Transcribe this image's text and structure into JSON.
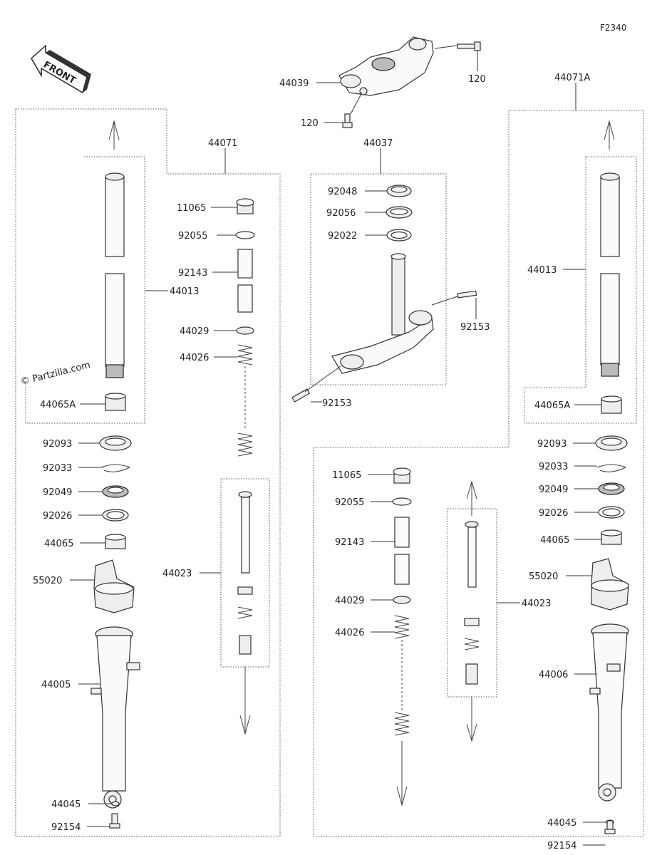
{
  "diagram_ref": "F2340",
  "front_arrow": {
    "label": "FRONT"
  },
  "watermark": "© Partzilla.com",
  "labels": {
    "upper_bracket": "44039",
    "upper_bolt_right": "120",
    "upper_bolt_left": "120",
    "steering_stem": "44037",
    "fork_left": "44071",
    "fork_right": "44071A",
    "stem_92048": "92048",
    "stem_92056": "92056",
    "stem_92022": "92022",
    "stem_bolt_a": "92153",
    "stem_bolt_b": "92153",
    "l_inner_tube": "44013",
    "l_slide_bush": "44065A",
    "l_dust_seal": "92093",
    "l_clip": "92033",
    "l_oil_seal": "92049",
    "l_washer": "92026",
    "l_guide_bush": "44065",
    "l_protector": "55020",
    "l_outer_tube": "44005",
    "l_gasket": "44045",
    "l_bolt": "92154",
    "l_cap": "11065",
    "l_oring": "92055",
    "l_collar": "92143",
    "l_seat": "44029",
    "l_spring": "44026",
    "l_damper": "44023",
    "r_inner_tube": "44013",
    "r_slide_bush": "44065A",
    "r_dust_seal": "92093",
    "r_clip": "92033",
    "r_oil_seal": "92049",
    "r_washer": "92026",
    "r_guide_bush": "44065",
    "r_protector": "55020",
    "r_outer_tube": "44006",
    "r_gasket": "44045",
    "r_bolt": "92154",
    "r_cap": "11065",
    "r_oring": "92055",
    "r_collar": "92143",
    "r_seat": "44029",
    "r_spring": "44026",
    "r_damper": "44023"
  }
}
